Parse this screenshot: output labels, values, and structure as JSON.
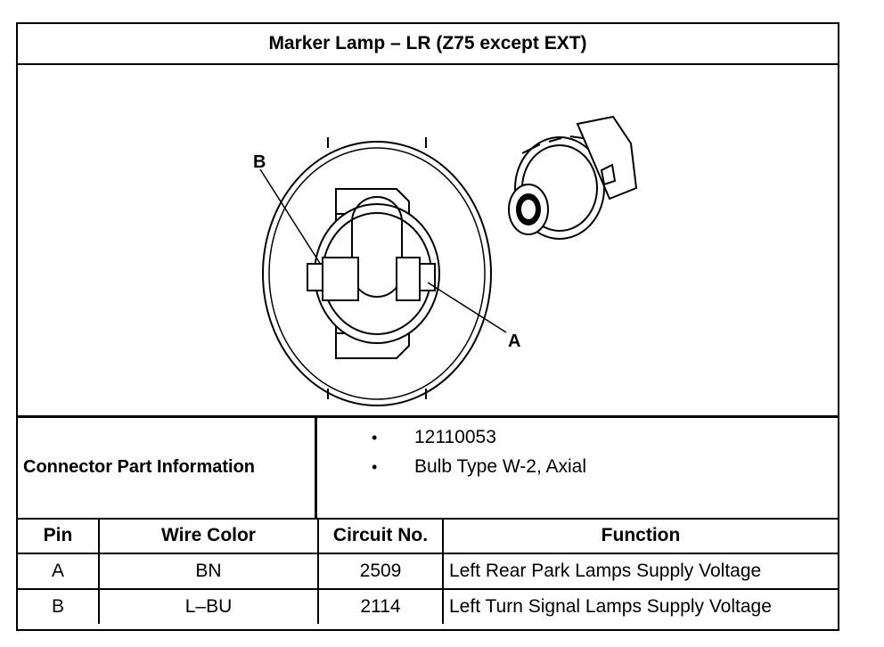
{
  "title": "Marker Lamp – LR (Z75 except EXT)",
  "diagram": {
    "callouts": [
      {
        "label": "B"
      },
      {
        "label": "A"
      }
    ]
  },
  "connector_info": {
    "label": "Connector Part Information",
    "items": [
      {
        "bullet": "•",
        "text": "12110053"
      },
      {
        "bullet": "•",
        "text": "Bulb Type W-2, Axial"
      }
    ]
  },
  "table": {
    "headers": [
      "Pin",
      "Wire Color",
      "Circuit No.",
      "Function"
    ],
    "rows": [
      [
        "A",
        "BN",
        "2509",
        "Left Rear Park Lamps Supply Voltage"
      ],
      [
        "B",
        "L–BU",
        "2114",
        "Left Turn Signal Lamps Supply Voltage"
      ]
    ]
  }
}
